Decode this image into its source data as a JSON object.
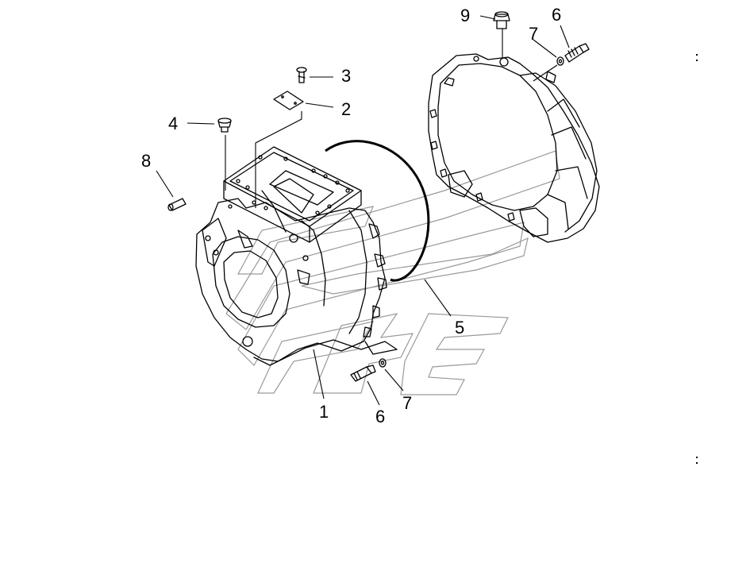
{
  "diagram": {
    "callouts": [
      {
        "id": "callout-1",
        "number": "1"
      },
      {
        "id": "callout-2",
        "number": "2"
      },
      {
        "id": "callout-3",
        "number": "3"
      },
      {
        "id": "callout-4",
        "number": "4"
      },
      {
        "id": "callout-5",
        "number": "5"
      },
      {
        "id": "callout-6-top",
        "number": "6"
      },
      {
        "id": "callout-6-bottom",
        "number": "6"
      },
      {
        "id": "callout-7-top",
        "number": "7"
      },
      {
        "id": "callout-7-bottom",
        "number": "7"
      },
      {
        "id": "callout-8",
        "number": "8"
      },
      {
        "id": "callout-9",
        "number": "9"
      }
    ]
  },
  "colors": {
    "line_art": "#000000",
    "watermark": "#9a9a9a",
    "background": "#ffffff"
  }
}
